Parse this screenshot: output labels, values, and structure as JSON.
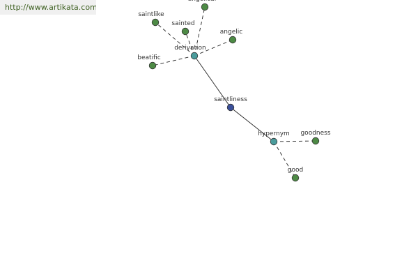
{
  "watermark": {
    "url": "http://www.artikata.com"
  },
  "colors": {
    "root": "#3a4f9a",
    "relation": "#4a9c9c",
    "leaf": "#4d8a45"
  },
  "nodes": [
    {
      "id": "saintliness",
      "label": "saintliness",
      "kind": "root"
    },
    {
      "id": "derivation",
      "label": "derivation",
      "kind": "relation"
    },
    {
      "id": "hypernym",
      "label": "hypernym",
      "kind": "relation"
    },
    {
      "id": "angelical",
      "label": "angelical",
      "kind": "leaf"
    },
    {
      "id": "saintlike",
      "label": "saintlike",
      "kind": "leaf"
    },
    {
      "id": "sainted",
      "label": "sainted",
      "kind": "leaf"
    },
    {
      "id": "angelic",
      "label": "angelic",
      "kind": "leaf"
    },
    {
      "id": "beatific",
      "label": "beatific",
      "kind": "leaf"
    },
    {
      "id": "goodness",
      "label": "goodness",
      "kind": "leaf"
    },
    {
      "id": "good",
      "label": "good",
      "kind": "leaf"
    }
  ],
  "edges": [
    {
      "from": "saintliness",
      "to": "derivation",
      "style": "solid"
    },
    {
      "from": "saintliness",
      "to": "hypernym",
      "style": "solid"
    },
    {
      "from": "derivation",
      "to": "angelical",
      "style": "dashed"
    },
    {
      "from": "derivation",
      "to": "saintlike",
      "style": "dashed"
    },
    {
      "from": "derivation",
      "to": "sainted",
      "style": "dashed"
    },
    {
      "from": "derivation",
      "to": "angelic",
      "style": "dashed"
    },
    {
      "from": "derivation",
      "to": "beatific",
      "style": "dashed"
    },
    {
      "from": "hypernym",
      "to": "goodness",
      "style": "dashed"
    },
    {
      "from": "hypernym",
      "to": "good",
      "style": "dashed"
    }
  ]
}
